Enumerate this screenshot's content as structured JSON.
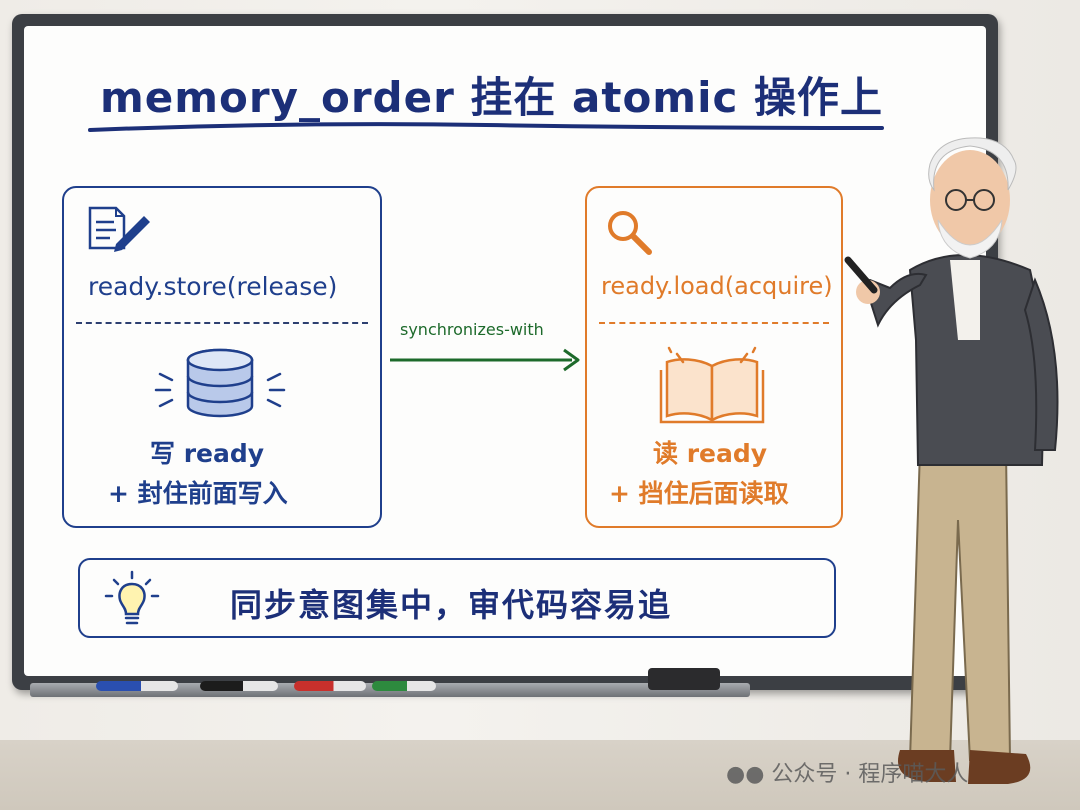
{
  "title": "memory_order 挂在 atomic 操作上",
  "left_panel": {
    "code": "ready.store(release)",
    "caption_line1": "写 ready",
    "caption_line2": "+ 封住前面写入",
    "color": "#1f3f8c"
  },
  "right_panel": {
    "code": "ready.load(acquire)",
    "caption_line1": "读 ready",
    "caption_line2": "+ 挡住后面读取",
    "color": "#e07b2a"
  },
  "arrow": {
    "label": "synchronizes-with",
    "color": "#1d6a2b"
  },
  "summary": {
    "text": "同步意图集中，审代码容易追"
  },
  "icons": [
    "document-pen-icon",
    "magnifier-icon",
    "database-icon",
    "open-book-icon",
    "lightbulb-icon",
    "wechat-icon"
  ],
  "watermark": "公众号 · 程序喵大人"
}
